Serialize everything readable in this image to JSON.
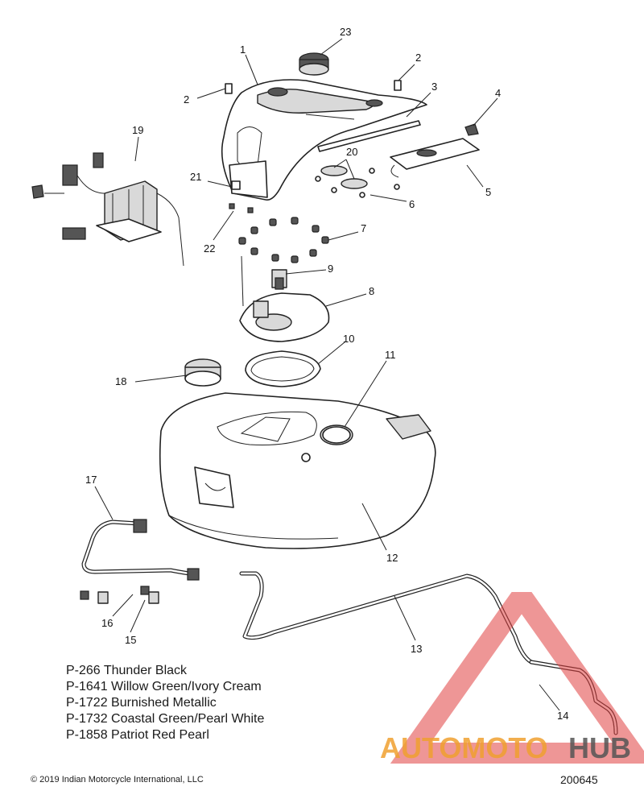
{
  "callouts": [
    {
      "id": "c1",
      "label": "1"
    },
    {
      "id": "c2a",
      "label": "2"
    },
    {
      "id": "c2b",
      "label": "2"
    },
    {
      "id": "c3",
      "label": "3"
    },
    {
      "id": "c4",
      "label": "4"
    },
    {
      "id": "c5",
      "label": "5"
    },
    {
      "id": "c6",
      "label": "6"
    },
    {
      "id": "c7",
      "label": "7"
    },
    {
      "id": "c8",
      "label": "8"
    },
    {
      "id": "c9",
      "label": "9"
    },
    {
      "id": "c10",
      "label": "10"
    },
    {
      "id": "c11",
      "label": "11"
    },
    {
      "id": "c12",
      "label": "12"
    },
    {
      "id": "c13",
      "label": "13"
    },
    {
      "id": "c14",
      "label": "14"
    },
    {
      "id": "c15",
      "label": "15"
    },
    {
      "id": "c16",
      "label": "16"
    },
    {
      "id": "c17",
      "label": "17"
    },
    {
      "id": "c18",
      "label": "18"
    },
    {
      "id": "c19",
      "label": "19"
    },
    {
      "id": "c20",
      "label": "20"
    },
    {
      "id": "c21",
      "label": "21"
    },
    {
      "id": "c22",
      "label": "22"
    },
    {
      "id": "c23",
      "label": "23"
    }
  ],
  "color_codes": [
    "P-266 Thunder Black",
    "P-1641 Willow Green/Ivory Cream",
    "P-1722 Burnished Metallic",
    "P-1732 Coastal Green/Pearl White",
    "P-1858 Patriot Red Pearl"
  ],
  "copyright": "© 2019 Indian Motorcycle International, LLC",
  "diagram_number": "200645",
  "watermark": {
    "part1": "AUTOMOTO",
    "part2": "HUB",
    "color_primary": "#f0a030",
    "color_secondary": "#555555",
    "triangle_color": "#e04040"
  }
}
